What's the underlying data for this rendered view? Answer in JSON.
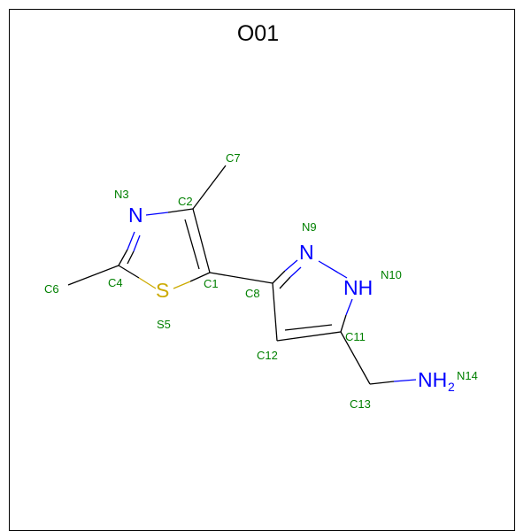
{
  "molecule": {
    "title": "O01",
    "colors": {
      "carbon_bond": "#000000",
      "nitrogen": "#0000ff",
      "sulfur": "#ccaa00",
      "atom_label": "#008000"
    },
    "atom_ids": {
      "c1": "C1",
      "c2": "C2",
      "n3": "N3",
      "c4": "C4",
      "s5": "S5",
      "c6": "C6",
      "c7": "C7",
      "c8": "C8",
      "n9": "N9",
      "n10": "N10",
      "c11": "C11",
      "c12": "C12",
      "c13": "C13",
      "n14": "N14"
    },
    "element_labels": {
      "n3": "N",
      "s5": "S",
      "n9": "N",
      "n10": "NH",
      "n14_main": "NH",
      "n14_sub": "2"
    }
  }
}
